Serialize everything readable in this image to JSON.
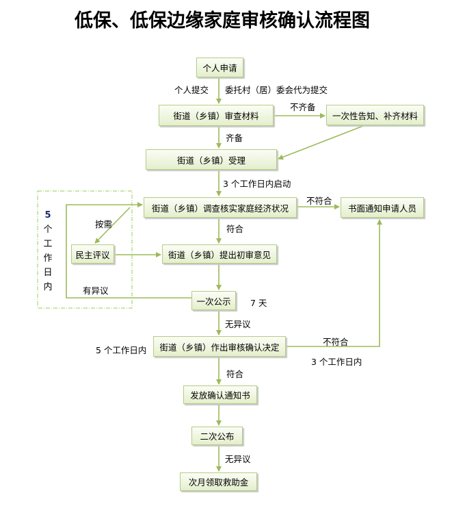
{
  "title": "低保、低保边缘家庭审核确认流程图",
  "nodes": {
    "apply": "个人申请",
    "review_materials": "街道（乡镇）审查材料",
    "notify_supplement": "一次性告知、补齐材料",
    "accept": "街道（乡镇）受理",
    "investigate": "街道（乡镇）调查核实家庭经济状况",
    "written_notice": "书面通知申请人员",
    "democratic_review": "民主评议",
    "preliminary_opinion": "街道（乡镇）提出初审意见",
    "first_publicity": "一次公示",
    "decision": "街道（乡镇）作出审核确认决定",
    "issue_notice": "发放确认通知书",
    "second_publicity": "二次公布",
    "receive_aid": "次月领取救助金"
  },
  "labels": {
    "self_submit": "个人提交",
    "entrust_submit": "委托村（居）委会代为提交",
    "incomplete": "不齐备",
    "complete": "齐备",
    "within_3_days_start": "3 个工作日内启动",
    "not_qualified_1": "不符合",
    "as_needed": "按需",
    "qualified_1": "符合",
    "objection": "有异议",
    "seven_days": "7 天",
    "no_objection_1": "无异议",
    "five_days": "5 个工作日内",
    "not_qualified_2": "不符合",
    "within_3_days": "3 个工作日内",
    "qualified_2": "符合",
    "no_objection_2": "无异议",
    "vertical_5_days": [
      "5",
      "个",
      "工",
      "作",
      "日",
      "内"
    ]
  },
  "colors": {
    "line": "#9bbb59",
    "dashed_border": "#92d050",
    "box_border": "#b3cc84"
  }
}
